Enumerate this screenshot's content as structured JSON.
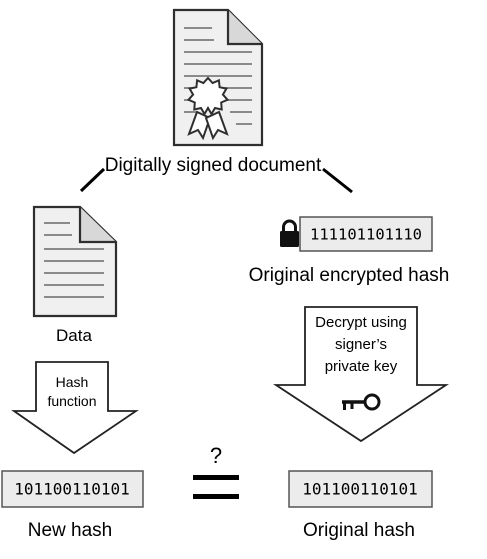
{
  "signed_document": {
    "label": "Digitally signed document"
  },
  "data_doc": {
    "label": "Data"
  },
  "hash_function": {
    "line1": "Hash",
    "line2": "function"
  },
  "encrypted_hash": {
    "bits": "111101101110",
    "label": "Original encrypted hash"
  },
  "decrypt": {
    "line1": "Decrypt using",
    "line2": "signer’s",
    "line3": "private key"
  },
  "new_hash": {
    "bits": "101100110101",
    "label": "New hash"
  },
  "original_hash": {
    "bits": "101100110101",
    "label": "Original hash"
  },
  "comparison": {
    "question": "?"
  },
  "icons": [
    "certificate-document-icon",
    "document-icon",
    "lock-icon",
    "key-icon"
  ]
}
